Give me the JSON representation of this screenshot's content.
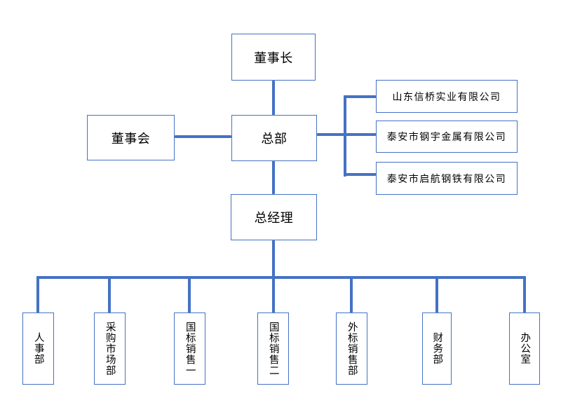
{
  "colors": {
    "line": "#4472C4",
    "background": "#FFFFFF",
    "text": "#000000"
  },
  "chart": {
    "type": "org-chart",
    "chairman": {
      "label": "董事长"
    },
    "board": {
      "label": "董事会"
    },
    "headquarters": {
      "label": "总部"
    },
    "general_manager": {
      "label": "总经理"
    },
    "subsidiaries": [
      {
        "label": "山东信桥实业有限公司"
      },
      {
        "label": "泰安市钢宇金属有限公司"
      },
      {
        "label": "泰安市启航钢铁有限公司"
      }
    ],
    "departments": [
      {
        "label": "人事部"
      },
      {
        "label": "采购市场部"
      },
      {
        "label": "国标销售一"
      },
      {
        "label": "国标销售二"
      },
      {
        "label": "外标销售部"
      },
      {
        "label": "财务部"
      },
      {
        "label": "办公室"
      }
    ]
  }
}
